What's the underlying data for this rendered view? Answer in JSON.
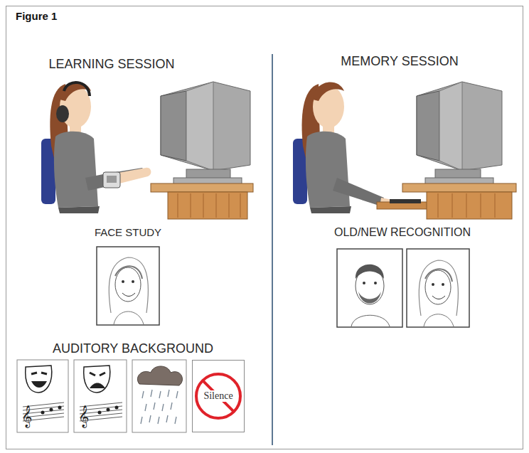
{
  "diagram": {
    "title": "Figure 1",
    "nodes": [
      {
        "text": [
          "Silence"
        ]
      }
    ],
    "labels": [
      "LEARNING SESSION",
      "MEMORY SESSION",
      "FACE STUDY",
      "OLD/NEW RECOGNITION",
      "AUDITORY BACKGROUND"
    ]
  }
}
